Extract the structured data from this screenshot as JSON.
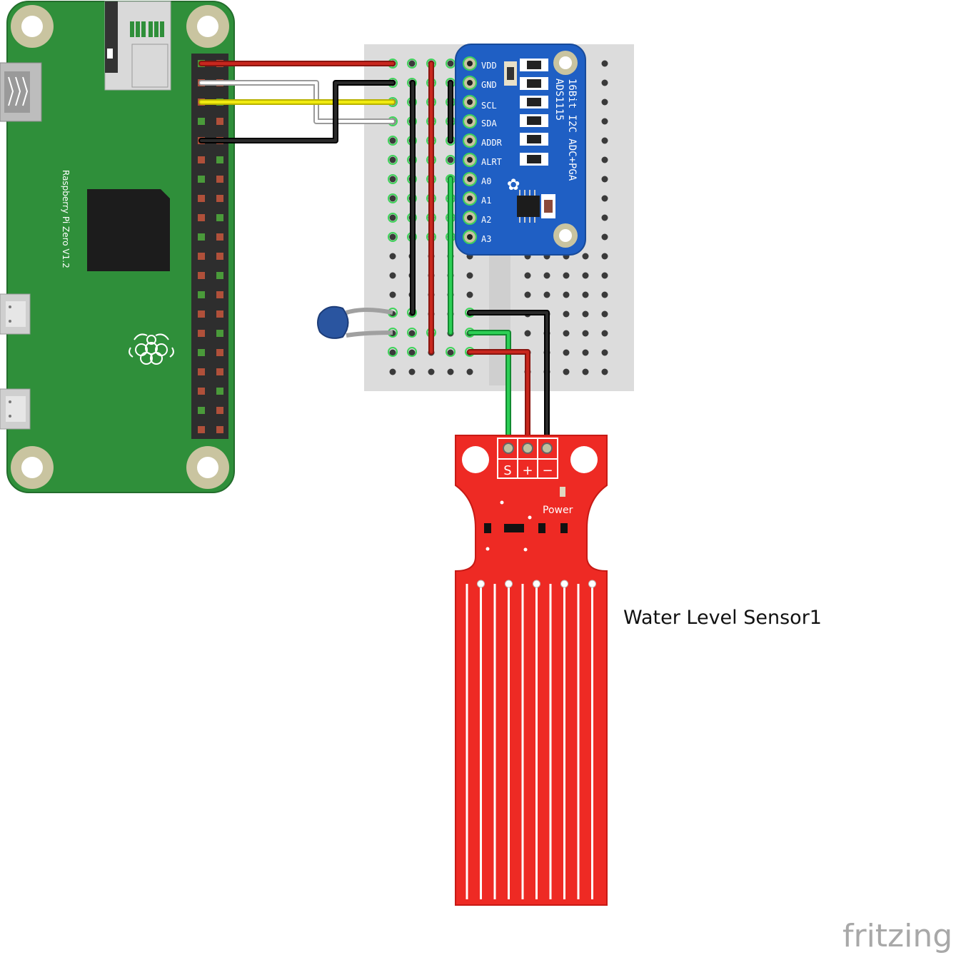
{
  "pi": {
    "label": "Raspberry Pi Zero V1.2"
  },
  "adc": {
    "title_line1": "16Bit I2C ADC+PGA",
    "title_line2": "ADS1115",
    "pins": [
      "VDD",
      "GND",
      "SCL",
      "SDA",
      "ADDR",
      "ALRT",
      "A0",
      "A1",
      "A2",
      "A3"
    ]
  },
  "sensor": {
    "pin_s": "S",
    "pin_plus": "+",
    "pin_minus": "−",
    "power_label": "Power",
    "name": "Water Level Sensor1"
  },
  "brand": {
    "name": "fritzing"
  },
  "colors": {
    "pi_board": "#2f8f3a",
    "breadboard": "#dcdcdc",
    "adc_board": "#1f5fc4",
    "sensor_board": "#ee2a24",
    "wire_red": "#b0201a",
    "wire_black": "#1a1a1a",
    "wire_white": "#e8e8e8",
    "wire_yellow": "#e8e20a",
    "wire_green": "#22b345"
  }
}
